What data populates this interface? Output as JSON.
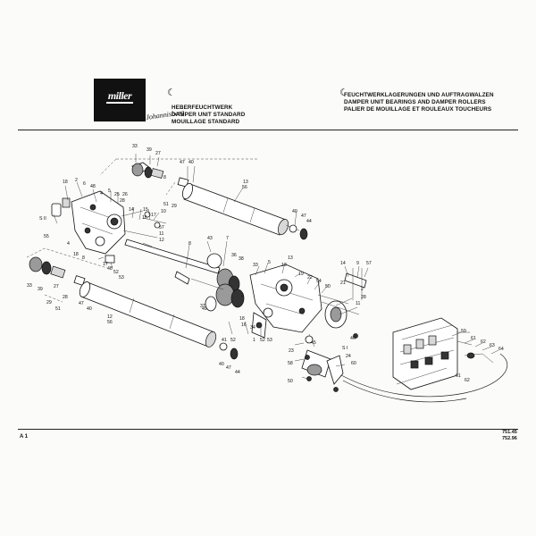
{
  "brand": {
    "name": "miller",
    "subname": "Johannisberg"
  },
  "header_left": {
    "line1": "HEBERFEUCHTWERK",
    "line2": "DAMPER UNIT STANDARD",
    "line3": "MOUILLAGE STANDARD"
  },
  "header_right": {
    "line1": "FEUCHTWERKLAGERUNGEN UND AUFTRAGWALZEN",
    "line2": "DAMPER UNIT BEARINGS AND DAMPER ROLLERS",
    "line3": "PALIER DE MOUILLAGE ET ROULEAUX TOUCHEURS"
  },
  "footer": {
    "sheet": "A 1",
    "ref1": "751.45",
    "ref2": "752.96"
  },
  "callouts": {
    "c33a": "33",
    "c39a": "39",
    "c27a": "27",
    "c47a": "47",
    "c40a": "40",
    "c8a": "8",
    "c51a": "51",
    "c29a": "29",
    "c13": "13",
    "c56a": "56",
    "c40b": "40",
    "c47b": "47",
    "c44a": "44",
    "c18a": "18",
    "c2a": "2",
    "c6": "6",
    "c48": "48",
    "c4a": "4",
    "c5": "5",
    "c25": "25",
    "c26": "26",
    "c28a": "28",
    "c14a": "14",
    "c15": "15",
    "c17a": "17",
    "c16": "16",
    "c10a": "10",
    "c57a": "57",
    "c11a": "11",
    "c12a": "12",
    "c55": "55",
    "sII": "S II",
    "c18b": "18",
    "c4b": "4",
    "c8b": "8",
    "c48b": "48",
    "c52a": "52",
    "c53a": "53",
    "c17b": "17",
    "c33b": "33",
    "c39b": "39",
    "c27b": "27",
    "c29b": "29",
    "c51b": "51",
    "c28b": "28",
    "c47c": "47",
    "c40c": "40",
    "c12b": "12",
    "c56b": "56",
    "c43": "43",
    "c7": "7",
    "c36": "36",
    "c38": "38",
    "c33c": "33",
    "c37": "37",
    "c3": "3",
    "c18c": "18",
    "c13b": "13",
    "c19": "19",
    "c22": "22",
    "c54": "54",
    "c50": "50",
    "c14b": "14",
    "c9": "9",
    "c57b": "57",
    "c21": "21",
    "c2b": "2",
    "c28c": "28",
    "c11b": "11",
    "c49": "49",
    "c34": "34",
    "c23": "23",
    "c1": "1",
    "c52b": "52",
    "c53b": "53",
    "c18d": "18",
    "c16b": "16",
    "c41": "41",
    "sI": "S I",
    "c24": "24",
    "c45": "45",
    "c46": "46",
    "c60": "60",
    "c58": "58",
    "c50b": "50",
    "c40d": "40",
    "c47d": "47",
    "c44b": "44",
    "c59": "59",
    "c61": "61",
    "c62": "62",
    "c63": "63",
    "c64": "64",
    "c61b": "61",
    "c62b": "62",
    "c8c": "8",
    "c52c": "52"
  }
}
